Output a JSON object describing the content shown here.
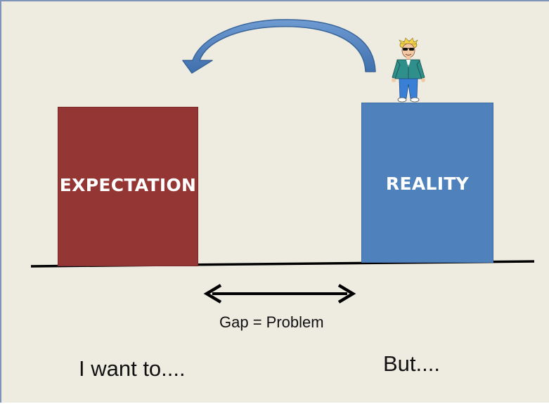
{
  "diagram": {
    "expectation_label": "EXPECTATION",
    "reality_label": "REALITY",
    "gap_label": "Gap = Problem",
    "want_label": "I want to....",
    "but_label": "But...."
  },
  "colors": {
    "background": "#eeece1",
    "expectation": "#943634",
    "reality": "#4f81bd",
    "arrow": "#4f81bd"
  },
  "icons": [
    "curved-arrow-icon",
    "person-icon",
    "double-arrow-icon"
  ]
}
